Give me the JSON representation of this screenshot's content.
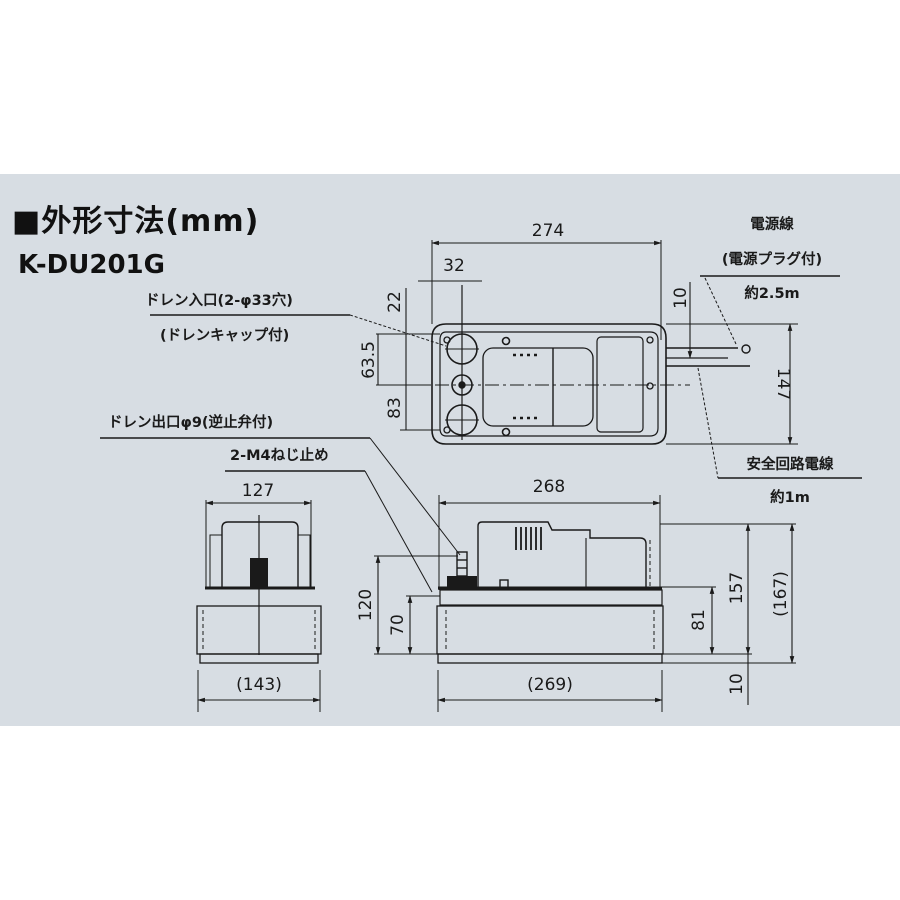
{
  "header": {
    "title": "■外形寸法(mm)",
    "model": "K-DU201G"
  },
  "colors": {
    "panel_bg": "#d7dde3",
    "line": "#1a1a1a",
    "page_bg": "#ffffff"
  },
  "top_view": {
    "dims": {
      "width_overall": "274",
      "inlet_offset_x": "32",
      "inlet_offset_y": "22",
      "inlet_spacing": "63.5",
      "outlet_offset": "83",
      "cord_offset": "10",
      "depth": "147"
    },
    "labels": {
      "drain_inlet": "ドレン入口(2-φ33穴)",
      "drain_inlet_note": "(ドレンキャップ付)",
      "power_cord": "電源線",
      "power_cord_note": "(電源プラグ付)",
      "power_cord_length": "約2.5m",
      "safety_cord": "安全回路電線",
      "safety_cord_length": "約1m"
    }
  },
  "side_view": {
    "dims": {
      "width": "127",
      "base_width": "(143)"
    },
    "labels": {
      "drain_outlet": "ドレン出口φ9(逆止弁付)",
      "screw": "2-M4ねじ止め"
    }
  },
  "front_view": {
    "dims": {
      "width_top": "268",
      "width_base": "(269)",
      "outlet_height": "120",
      "tray_height": "70",
      "body_height": "157",
      "overall_height": "(167)",
      "mount_height": "81",
      "base_offset": "10"
    }
  }
}
